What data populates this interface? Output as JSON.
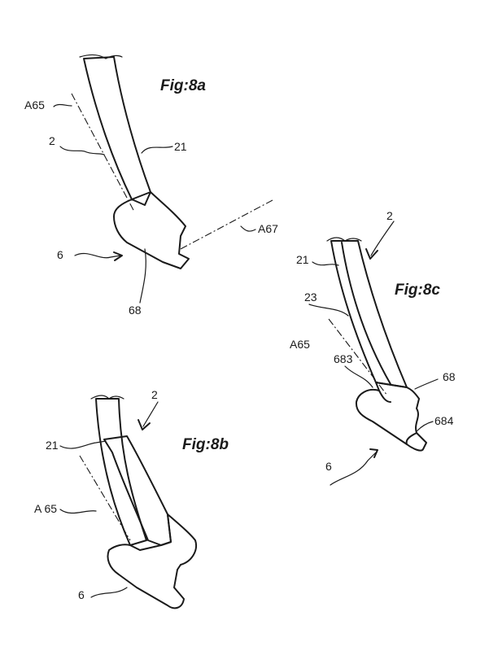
{
  "figures": {
    "fig8a": {
      "title": "Fig:8a",
      "labels": {
        "axis65": "A65",
        "part2": "2",
        "part21": "21",
        "axis67": "A67",
        "part6": "6",
        "part68": "68"
      }
    },
    "fig8b": {
      "title": "Fig:8b",
      "labels": {
        "part2": "2",
        "part21": "21",
        "axis65": "A 65",
        "part6": "6"
      }
    },
    "fig8c": {
      "title": "Fig:8c",
      "labels": {
        "part2": "2",
        "part21": "21",
        "part23": "23",
        "axis65": "A65",
        "part683": "683",
        "part68": "68",
        "part684": "684",
        "part6": "6"
      }
    }
  }
}
